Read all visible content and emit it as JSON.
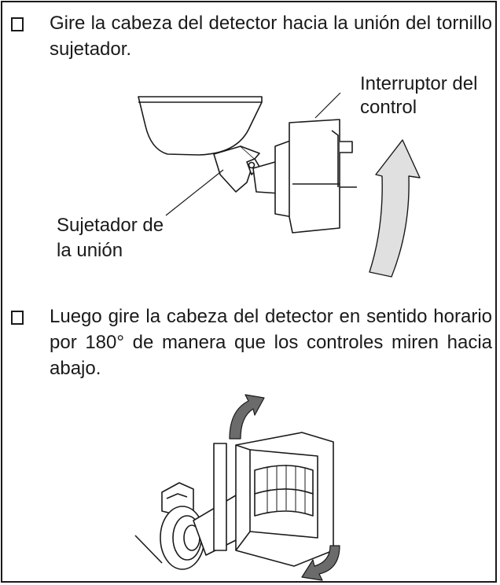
{
  "steps": [
    {
      "text": "Gire la cabeza del detector hacia la unión del tornillo sujetador.",
      "checkbox_icon": "checkbox-empty-icon"
    },
    {
      "text": "Luego gire la cabeza del detector en sentido horario por 180° de manera que los controles miren hacia abajo.",
      "checkbox_icon": "checkbox-empty-icon"
    }
  ],
  "figure1": {
    "label_switch_line1": "Interruptor del",
    "label_switch_line2": "control",
    "label_joint_line1": "Sujetador de",
    "label_joint_line2": "la unión",
    "arrow_icon": "curved-arrow-up-icon"
  },
  "figure2": {
    "arrow_top_icon": "curved-arrow-up-right-icon",
    "arrow_bottom_icon": "curved-arrow-down-left-icon"
  },
  "colors": {
    "line": "#1a1a1a",
    "arrow_light": "#e0e0e0",
    "arrow_dark": "#6b6b6b"
  }
}
